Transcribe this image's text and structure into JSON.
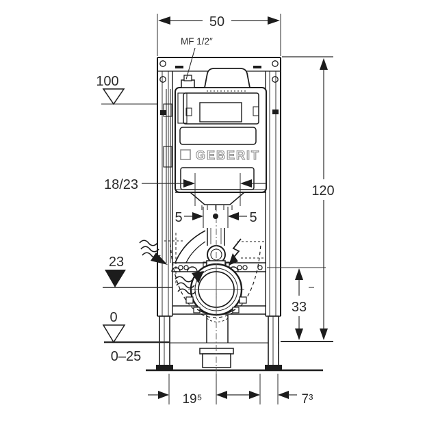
{
  "diagram": {
    "brand": "GEBERIT",
    "dims": {
      "width_top": "50",
      "water_connection": "MF 1/2″",
      "level_top": "100",
      "bend_depth": "18/23",
      "offset_left": "5",
      "offset_right": "5",
      "level_outlet": "23",
      "level_floor": "0",
      "adjust_range": "0–25",
      "height_total": "120",
      "height_outlet": "33",
      "dist_bottom_left": "19⁵",
      "dist_bottom_right": "7³"
    },
    "colors": {
      "line": "#1c1c1c",
      "dimension": "#2b2b2b",
      "logo": "#8f8f8f",
      "background": "#ffffff"
    }
  }
}
